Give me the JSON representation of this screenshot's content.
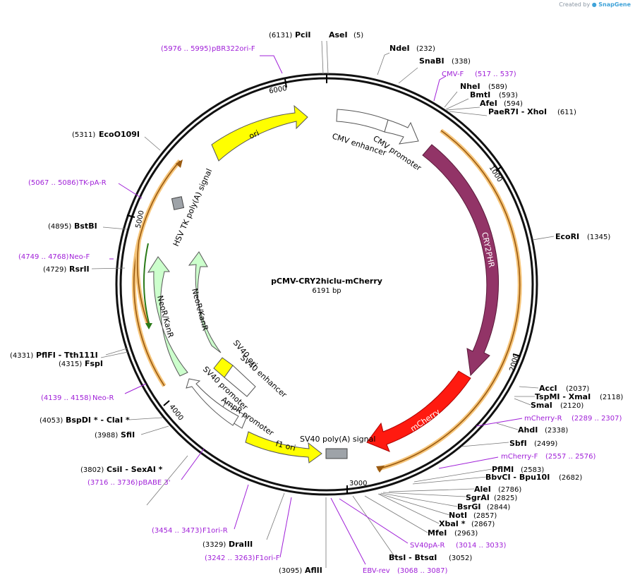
{
  "credit": {
    "prefix": "Created by",
    "brand": "SnapGene"
  },
  "plasmid": {
    "name": "pCMV-CRY2hiclu-mCherry",
    "size_label": "6191 bp"
  },
  "ruler_ticks": [
    "1000",
    "2000",
    "3000",
    "4000",
    "5000",
    "6000"
  ],
  "sites_right": [
    {
      "name": "NdeI",
      "pos": "(232)"
    },
    {
      "name": "SnaBI",
      "pos": "(338)"
    },
    {
      "name": "NheI",
      "pos": "(589)"
    },
    {
      "name": "BmtI",
      "pos": "(593)"
    },
    {
      "name": "AfeI",
      "pos": "(594)"
    },
    {
      "name": "PaeR7I  - XhoI",
      "pos": "(611)"
    },
    {
      "name": "EcoRI",
      "pos": "(1345)"
    },
    {
      "name": "AccI",
      "pos": "(2037)"
    },
    {
      "name": "TspMI  - XmaI",
      "pos": "(2118)"
    },
    {
      "name": "SmaI",
      "pos": "(2120)"
    },
    {
      "name": "AhdI",
      "pos": "(2338)"
    },
    {
      "name": "SbfI",
      "pos": "(2499)"
    },
    {
      "name": "PflMI",
      "pos": "(2583)"
    },
    {
      "name": "BbvCI  - Bpu10I",
      "pos": "(2682)"
    },
    {
      "name": "AleI",
      "pos": "(2786)"
    },
    {
      "name": "SgrAI",
      "pos": "(2825)"
    },
    {
      "name": "BsrGI",
      "pos": "(2844)"
    },
    {
      "name": "NotI",
      "pos": "(2857)"
    },
    {
      "name": "XbaI *",
      "pos": "(2867)"
    },
    {
      "name": "MfeI",
      "pos": "(2963)"
    },
    {
      "name": "BtsI  - BtsαI",
      "pos": "(3052)"
    }
  ],
  "sites_left": [
    {
      "name": "PciI",
      "pos": "(6131)"
    },
    {
      "name": "EcoO109I",
      "pos": "(5311)"
    },
    {
      "name": "BstBI",
      "pos": "(4895)"
    },
    {
      "name": "RsrII",
      "pos": "(4729)"
    },
    {
      "name": "PflFI  - Tth111I",
      "pos": "(4331)"
    },
    {
      "name": "FspI",
      "pos": "(4315)"
    },
    {
      "name": "BspDI *  - ClaI *",
      "pos": "(4053)"
    },
    {
      "name": "SfiI",
      "pos": "(3988)"
    },
    {
      "name": "CsiI  - SexAI *",
      "pos": "(3802)"
    },
    {
      "name": "DraIII",
      "pos": "(3329)"
    },
    {
      "name": "AflII",
      "pos": "(3095)"
    }
  ],
  "site_top": {
    "name": "AseI",
    "pos": "(5)"
  },
  "primers": [
    {
      "name": "pBR322ori-F",
      "range": "(5976 .. 5995)"
    },
    {
      "name": "CMV-F",
      "range": "(517 .. 537)"
    },
    {
      "name": "TK-pA-R",
      "range": "(5067 .. 5086)"
    },
    {
      "name": "Neo-F",
      "range": "(4749 .. 4768)"
    },
    {
      "name": "Neo-R",
      "range": "(4139 .. 4158)"
    },
    {
      "name": "mCherry-R",
      "range": "(2289 .. 2307)"
    },
    {
      "name": "mCherry-F",
      "range": "(2557 .. 2576)"
    },
    {
      "name": "pBABE 3'",
      "range": "(3716 .. 3736)"
    },
    {
      "name": "F1ori-R",
      "range": "(3454 .. 3473)"
    },
    {
      "name": "F1ori-F",
      "range": "(3242 .. 3263)"
    },
    {
      "name": "SV40pA-R",
      "range": "(3014 .. 3033)"
    },
    {
      "name": "EBV-rev",
      "range": "(3068 .. 3087)"
    }
  ],
  "features": {
    "ori": "ori",
    "cmv_enhancer": "CMV enhancer",
    "cmv_promoter": "CMV promoter",
    "cry2phr": "CRY2PHR",
    "mcherry": "mCherry",
    "sv40_polya": "SV40 poly(A) signal",
    "f1_ori": "f1 ori",
    "ampr_promoter": "AmpR promoter",
    "sv40_promoter": "SV40 promoter",
    "sv40_ori": "SV40 ori",
    "sv40_enhancer": "SV40 enhancer",
    "neor_inner": "NeoR/KanR",
    "neor_outer": "NeoR/KanR",
    "hsv_tk": "HSV TK poly(A) signal"
  },
  "colors": {
    "cry2phr": "#923467",
    "mcherry": "#ff1a10",
    "ori": "#ffff00",
    "neor": "#ccffcc",
    "orf_highlight": "#f6c57a",
    "orf_line": "#b0660c",
    "primer": "#a020d8",
    "grey_box": "#9ea3a8"
  }
}
